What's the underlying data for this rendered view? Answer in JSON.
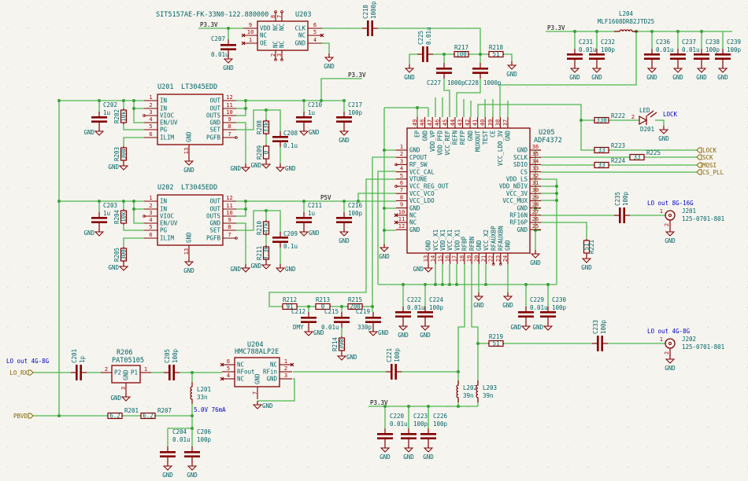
{
  "symbols": {
    "gnd_label": "GND"
  },
  "ics": [
    {
      "ref": "U203",
      "part": "SIT5157AE-FK-33N0-122.880000",
      "left": [
        {
          "num": "9",
          "name": "VDD"
        },
        {
          "num": "10",
          "name": "NC"
        },
        {
          "num": "1",
          "name": "OE"
        }
      ],
      "right": [
        {
          "num": "6",
          "name": "CLK"
        },
        {
          "num": "5",
          "name": "NC"
        },
        {
          "num": "4",
          "name": "GND"
        }
      ],
      "top": [
        {
          "num": "8",
          "name": "NC"
        },
        {
          "num": "7",
          "name": "NC"
        }
      ],
      "bottom": [
        {
          "num": "2",
          "name": "NC"
        },
        {
          "num": "3",
          "name": "NC"
        }
      ]
    },
    {
      "ref": "U201",
      "part": "LT3045EDD",
      "left": [
        {
          "num": "1",
          "name": "IN"
        },
        {
          "num": "2",
          "name": "IN"
        },
        {
          "num": "3",
          "name": "VIOC"
        },
        {
          "num": "4",
          "name": "EN/UV"
        },
        {
          "num": "5",
          "name": "PG"
        },
        {
          "num": "6",
          "name": "ILIM"
        }
      ],
      "right": [
        {
          "num": "12",
          "name": "OUT"
        },
        {
          "num": "11",
          "name": "OUT"
        },
        {
          "num": "10",
          "name": "OUTS"
        },
        {
          "num": "9",
          "name": "GND"
        },
        {
          "num": "8",
          "name": "SET"
        },
        {
          "num": "7",
          "name": "PGFB"
        }
      ],
      "top": [],
      "bottom": [
        {
          "num": "13",
          "name": "GND"
        }
      ]
    },
    {
      "ref": "U202",
      "part": "LT3045EDD",
      "left": [
        {
          "num": "1",
          "name": "IN"
        },
        {
          "num": "2",
          "name": "IN"
        },
        {
          "num": "3",
          "name": "VIOC"
        },
        {
          "num": "4",
          "name": "EN/UV"
        },
        {
          "num": "5",
          "name": "PG"
        },
        {
          "num": "6",
          "name": "ILIM"
        }
      ],
      "right": [
        {
          "num": "12",
          "name": "OUT"
        },
        {
          "num": "11",
          "name": "OUT"
        },
        {
          "num": "10",
          "name": "OUTS"
        },
        {
          "num": "9",
          "name": "GND"
        },
        {
          "num": "8",
          "name": "SET"
        },
        {
          "num": "7",
          "name": "PGFB"
        }
      ],
      "top": [],
      "bottom": [
        {
          "num": "13",
          "name": "GND"
        }
      ]
    },
    {
      "ref": "U205",
      "part": "ADF4372",
      "left": [
        {
          "num": "1",
          "name": "GND"
        },
        {
          "num": "2",
          "name": "CPOUT"
        },
        {
          "num": "3",
          "name": "RF_SW"
        },
        {
          "num": "4",
          "name": "VCC_CAL"
        },
        {
          "num": "5",
          "name": "VTUNE"
        },
        {
          "num": "6",
          "name": "VCC_REG_OUT"
        },
        {
          "num": "7",
          "name": "VCC_VCO"
        },
        {
          "num": "8",
          "name": "VCC_LDO"
        },
        {
          "num": "9",
          "name": "GND"
        },
        {
          "num": "10",
          "name": "NC"
        },
        {
          "num": "11",
          "name": "NC"
        },
        {
          "num": "12",
          "name": "GND"
        }
      ],
      "right": [
        {
          "num": "36",
          "name": "GND"
        },
        {
          "num": "35",
          "name": "SCLK"
        },
        {
          "num": "34",
          "name": "SDIO"
        },
        {
          "num": "33",
          "name": "CS"
        },
        {
          "num": "32",
          "name": "VDD_LS"
        },
        {
          "num": "31",
          "name": "VDD_NDIV"
        },
        {
          "num": "30",
          "name": "VCC_3V"
        },
        {
          "num": "29",
          "name": "VCC_MUX"
        },
        {
          "num": "28",
          "name": "GND"
        },
        {
          "num": "27",
          "name": "RF16N"
        },
        {
          "num": "26",
          "name": "RF16P"
        },
        {
          "num": "25",
          "name": "GND"
        }
      ],
      "top": [
        {
          "num": "49",
          "name": "EP"
        },
        {
          "num": "48",
          "name": "GND"
        },
        {
          "num": "47",
          "name": "VDD_VP"
        },
        {
          "num": "46",
          "name": "VDD_PFD"
        },
        {
          "num": "45",
          "name": "VCC_REF"
        },
        {
          "num": "44",
          "name": "REFN"
        },
        {
          "num": "43",
          "name": "REFP"
        },
        {
          "num": "42",
          "name": "GND"
        },
        {
          "num": "41",
          "name": "MUXOUT"
        },
        {
          "num": "40",
          "name": "TEST"
        },
        {
          "num": "39",
          "name": "CE"
        },
        {
          "num": "38",
          "name": "VCC_LDO_3V"
        },
        {
          "num": "37",
          "name": "GND"
        }
      ],
      "bottom": [
        {
          "num": "13",
          "name": "GND"
        },
        {
          "num": "14",
          "name": "VCC_X1"
        },
        {
          "num": "15",
          "name": "VDD_X1"
        },
        {
          "num": "16",
          "name": "VCC_X1"
        },
        {
          "num": "17",
          "name": "VDD_X1"
        },
        {
          "num": "18",
          "name": "RFBP"
        },
        {
          "num": "19",
          "name": "RFBN"
        },
        {
          "num": "20",
          "name": "GND"
        },
        {
          "num": "21",
          "name": "VCC_X2"
        },
        {
          "num": "22",
          "name": "RFAUXBP"
        },
        {
          "num": "23",
          "name": "RFAUXBN"
        },
        {
          "num": "24",
          "name": "GND"
        }
      ]
    },
    {
      "ref": "U204",
      "part": "HMC788ALP2E",
      "left": [
        {
          "num": "6",
          "name": "NC"
        },
        {
          "num": "5",
          "name": "RFout"
        },
        {
          "num": "4",
          "name": "NC"
        }
      ],
      "right": [
        {
          "num": "1",
          "name": "NC"
        },
        {
          "num": "2",
          "name": "RFin"
        },
        {
          "num": "3",
          "name": "GND"
        }
      ],
      "top": [],
      "bottom": [
        {
          "num": "7",
          "name": "GND"
        }
      ]
    },
    {
      "ref": "R206",
      "part": "PAT05105",
      "left": [
        {
          "num": "2",
          "name": "P2"
        }
      ],
      "right": [
        {
          "num": "1",
          "name": "P1"
        }
      ],
      "top": [],
      "bottom": [
        {
          "num": "3",
          "name": "GND"
        }
      ]
    }
  ],
  "passives": [
    {
      "ref": "C207",
      "value": "0.01u"
    },
    {
      "ref": "C218",
      "value": "1000p"
    },
    {
      "ref": "C225",
      "value": "0.01u"
    },
    {
      "ref": "R217",
      "value": "100"
    },
    {
      "ref": "R218",
      "value": "51"
    },
    {
      "ref": "C227",
      "value": "1000p"
    },
    {
      "ref": "C228",
      "value": "1000p"
    },
    {
      "ref": "L204",
      "value": "MLF1608DR82JTD25"
    },
    {
      "ref": "C231",
      "value": "0.01u"
    },
    {
      "ref": "C232",
      "value": "100p"
    },
    {
      "ref": "C236",
      "value": "0.01u"
    },
    {
      "ref": "C237",
      "value": "0.01u"
    },
    {
      "ref": "C238",
      "value": "100p"
    },
    {
      "ref": "C239",
      "value": "100p"
    },
    {
      "ref": "C202",
      "value": "1u"
    },
    {
      "ref": "R202",
      "value": "10k"
    },
    {
      "ref": "R203",
      "value": "300"
    },
    {
      "ref": "R208",
      "value": "33k"
    },
    {
      "ref": "R209",
      "value": "0"
    },
    {
      "ref": "C208",
      "value": "0.1u"
    },
    {
      "ref": "C210",
      "value": "1u"
    },
    {
      "ref": "C217",
      "value": "100p"
    },
    {
      "ref": "C203",
      "value": "1u"
    },
    {
      "ref": "R204",
      "value": "10k"
    },
    {
      "ref": "R205",
      "value": "300"
    },
    {
      "ref": "R210",
      "value": "47k"
    },
    {
      "ref": "R211",
      "value": "3.3k"
    },
    {
      "ref": "C209",
      "value": "0.1u"
    },
    {
      "ref": "C211",
      "value": "1u"
    },
    {
      "ref": "C216",
      "value": "100p"
    },
    {
      "ref": "R222",
      "value": "330"
    },
    {
      "ref": "R223",
      "value": "33"
    },
    {
      "ref": "R225",
      "value": "33"
    },
    {
      "ref": "R224",
      "value": "33"
    },
    {
      "ref": "R221",
      "value": "51"
    },
    {
      "ref": "C235",
      "value": "100p"
    },
    {
      "ref": "R212",
      "value": "91"
    },
    {
      "ref": "R213",
      "value": "0"
    },
    {
      "ref": "R215",
      "value": "200"
    },
    {
      "ref": "C212",
      "value": "DMY"
    },
    {
      "ref": "C215",
      "value": "0.01u"
    },
    {
      "ref": "C219",
      "value": "330p"
    },
    {
      "ref": "R214",
      "value": "390"
    },
    {
      "ref": "C222",
      "value": "0.01u"
    },
    {
      "ref": "C224",
      "value": "100p"
    },
    {
      "ref": "C229",
      "value": "0.01u"
    },
    {
      "ref": "C230",
      "value": "100p"
    },
    {
      "ref": "C201",
      "value": "1p"
    },
    {
      "ref": "C205",
      "value": "100p"
    },
    {
      "ref": "L201",
      "value": "33n"
    },
    {
      "ref": "R201",
      "value": "6.2"
    },
    {
      "ref": "R207",
      "value": "6.2"
    },
    {
      "ref": "C204",
      "value": "0.01u"
    },
    {
      "ref": "C206",
      "value": "100p"
    },
    {
      "ref": "C221",
      "value": "100p"
    },
    {
      "ref": "R219",
      "value": "51"
    },
    {
      "ref": "C233",
      "value": "100p"
    },
    {
      "ref": "L202",
      "value": "39n"
    },
    {
      "ref": "L203",
      "value": "39n"
    },
    {
      "ref": "C220",
      "value": "0.01u"
    },
    {
      "ref": "C223",
      "value": "100p"
    },
    {
      "ref": "C226",
      "value": "100p"
    }
  ],
  "led": {
    "ref": "D201",
    "value": "LED",
    "pin_num": "2"
  },
  "connectors": [
    {
      "ref": "J201",
      "value": "125-0701-801",
      "pin1": "1",
      "pin2": "2"
    },
    {
      "ref": "J202",
      "value": "125-0701-801",
      "pin1": "1",
      "pin2": "2"
    }
  ],
  "power_labels": [
    "P3.3V",
    "P3.3V",
    "P3.3V",
    "P3.3V",
    "P5V"
  ],
  "hier_labels": [
    "LOCK",
    "SCK",
    "MOSI",
    "CS_PLL",
    "LO_RX",
    "PBVD"
  ],
  "annotations": [
    "LO out 4G-8G",
    "LO out 8G-16G",
    "LO out 4G-8G",
    "5.0V 76mA",
    "LOCK"
  ],
  "colors": {
    "wire": "#4cb84c",
    "component": "#840000",
    "text": "#006464",
    "annotation": "#0000c8",
    "hier_label": "#846400",
    "background": "#f5f4ef"
  }
}
